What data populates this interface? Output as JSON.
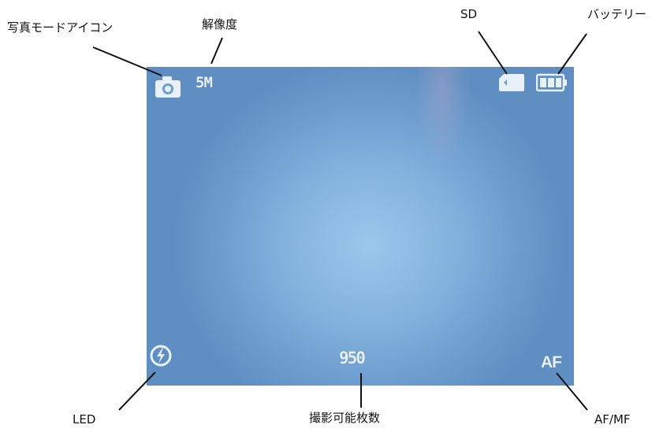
{
  "callouts": {
    "photo_mode": "写真モードアイコン",
    "resolution": "解像度",
    "sd": "SD",
    "battery": "バッテリー",
    "led": "LED",
    "shots_remaining": "撮影可能枚数",
    "af_mf": "AF/MF"
  },
  "osd": {
    "resolution_value": "5M",
    "shots_value": "950",
    "focus_mode": "AF"
  },
  "icons": [
    "camera-icon",
    "sd-card-icon",
    "battery-icon",
    "flash-icon"
  ],
  "colors": {
    "screen_center": "#9ac7ea",
    "screen_edge": "#5f8fc2",
    "osd_text": "#e8f1fa"
  }
}
